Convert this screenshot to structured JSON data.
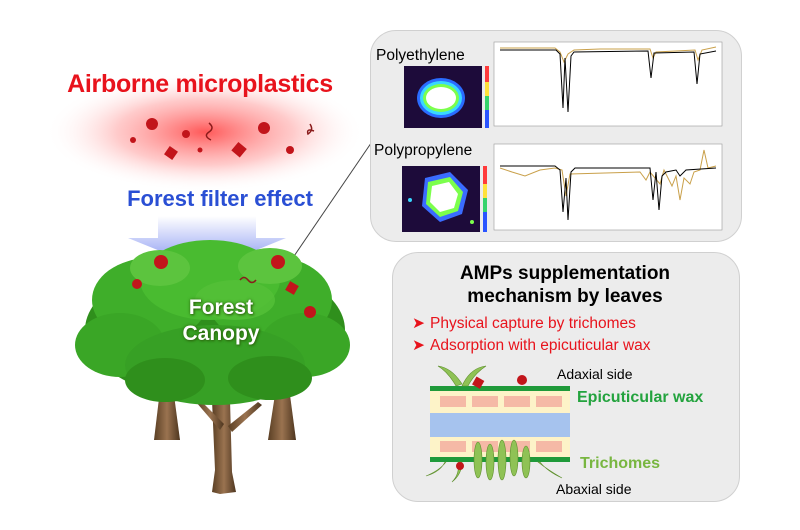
{
  "left": {
    "airborne_title": "Airborne microplastics",
    "filter_title": "Forest filter effect",
    "canopy_line1": "Forest",
    "canopy_line2": "Canopy"
  },
  "spectra": {
    "polyethylene_label": "Polyethylene",
    "polypropylene_label": "Polypropylene"
  },
  "mechanism": {
    "title_line1": "AMPs supplementation",
    "title_line2": "mechanism by leaves",
    "bullets": [
      "Physical capture by trichomes",
      "Adsorption with epicuticular wax"
    ],
    "adaxial_label": "Adaxial side",
    "epicuticular_label": "Epicuticular wax",
    "trichomes_label": "Trichomes",
    "abaxial_label": "Abaxial side"
  },
  "colors": {
    "red_text": "#e8131c",
    "blue_text": "#2a4fd4",
    "wax_green": "#23a33e",
    "trichome_green": "#78b640",
    "tree_green": "#3fae2a",
    "spectrum_black": "#000000",
    "spectrum_gold": "#c9a04a"
  }
}
